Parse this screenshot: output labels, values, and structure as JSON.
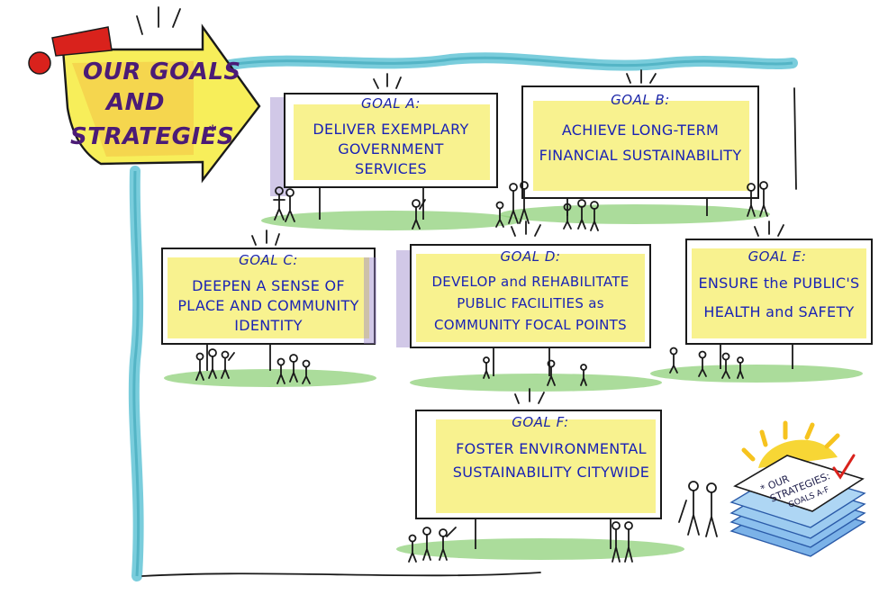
{
  "title": {
    "line1": "OUR GOALS",
    "line2": "AND",
    "line3": "STRATEGIES",
    "mark": "*"
  },
  "goals": [
    {
      "label": "GOAL A:",
      "lines": [
        "DELIVER EXEMPLARY",
        "GOVERNMENT",
        "SERVICES"
      ]
    },
    {
      "label": "GOAL B:",
      "lines": [
        "ACHIEVE LONG-TERM",
        "FINANCIAL SUSTAINABILITY"
      ]
    },
    {
      "label": "GOAL C:",
      "lines": [
        "DEEPEN A SENSE OF",
        "PLACE AND COMMUNITY",
        "IDENTITY"
      ]
    },
    {
      "label": "GOAL D:",
      "lines": [
        "DEVELOP and REHABILITATE",
        "PUBLIC FACILITIES as",
        "COMMUNITY FOCAL POINTS"
      ]
    },
    {
      "label": "GOAL E:",
      "lines": [
        "ENSURE the PUBLIC'S",
        "HEALTH and SAFETY"
      ]
    },
    {
      "label": "GOAL F:",
      "lines": [
        "FOSTER ENVIRONMENTAL",
        "SUSTAINABILITY CITYWIDE"
      ]
    }
  ],
  "footnote_stack": {
    "line1": "* OUR",
    "line2": "STRATEGIES:",
    "line3": "GOALS A-F"
  },
  "colors": {
    "highlight": "#f6ef73",
    "ink_blue": "#1a23b5",
    "title_purple": "#4b1b76",
    "river": "#6cc8d8",
    "grass": "#8fd07a",
    "shadow": "#9a85c9",
    "arrow_fill": "#f7ee5a",
    "marker_red": "#d9221c"
  }
}
